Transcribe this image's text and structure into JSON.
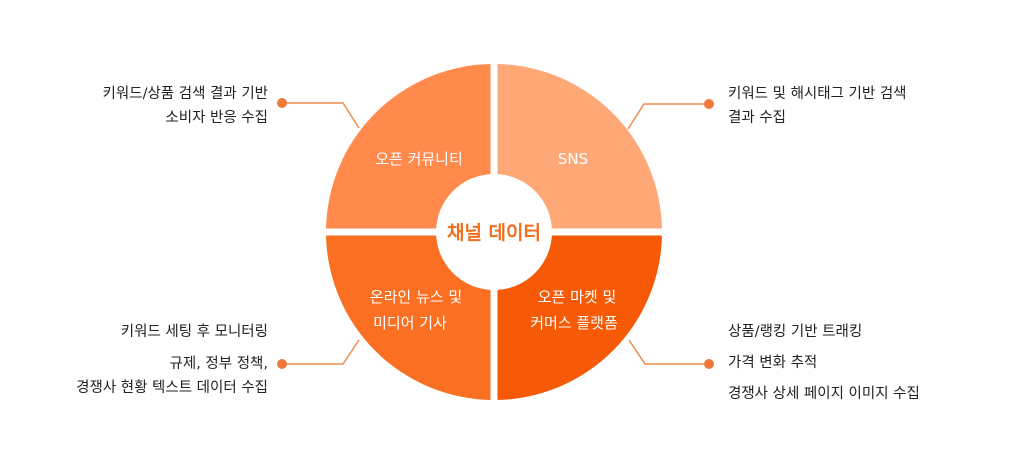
{
  "center": {
    "label": "채널 데이터"
  },
  "quadrants": {
    "top_left": {
      "lines": [
        "오픈 커뮤니티"
      ],
      "color": "#ff8a4c"
    },
    "top_right": {
      "lines": [
        "SNS"
      ],
      "color": "#ffa877"
    },
    "bottom_left": {
      "lines": [
        "온라인 뉴스 및",
        "미디어 기사"
      ],
      "color": "#fb6f22"
    },
    "bottom_right": {
      "lines": [
        "오픈 마켓 및",
        "커머스 플랫폼"
      ],
      "color": "#f75a06"
    }
  },
  "notes": {
    "top_left": [
      "키워드/상품 검색 결과 기반",
      "소비자 반응 수집"
    ],
    "top_right": [
      "키워드 및 해시태그 기반 검색",
      "결과 수집"
    ],
    "bottom_left": [
      "키워드 세팅 후 모니터링",
      "규제, 정부 정책,",
      "경쟁사 현황 텍스트 데이터 수집"
    ],
    "bottom_right": [
      "상품/랭킹 기반 트래킹",
      "가격 변화 추적",
      "경쟁사 상세 페이지 이미지 수집"
    ]
  },
  "colors": {
    "connector": "#f28a4f",
    "dot": "#f07a3a",
    "center_text": "#f07020"
  }
}
